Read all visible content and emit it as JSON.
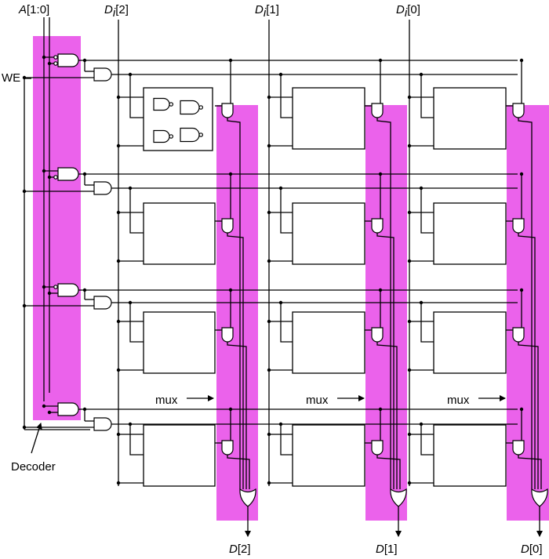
{
  "labels": {
    "address": {
      "prefix": "A",
      "suffix": "[1:0]"
    },
    "write_enable": "WE",
    "decoder": "Decoder",
    "mux": "mux",
    "data_in": [
      {
        "prefix": "D",
        "sub": "i",
        "suffix": "[2]"
      },
      {
        "prefix": "D",
        "sub": "i",
        "suffix": "[1]"
      },
      {
        "prefix": "D",
        "sub": "i",
        "suffix": "[0]"
      }
    ],
    "data_out": [
      {
        "prefix": "D",
        "suffix": "[2]"
      },
      {
        "prefix": "D",
        "suffix": "[1]"
      },
      {
        "prefix": "D",
        "suffix": "[0]"
      }
    ]
  },
  "colors": {
    "highlight": "#e640e6",
    "wire": "#000000",
    "background": "#ffffff"
  },
  "structure": {
    "rows": 4,
    "columns": 3
  }
}
